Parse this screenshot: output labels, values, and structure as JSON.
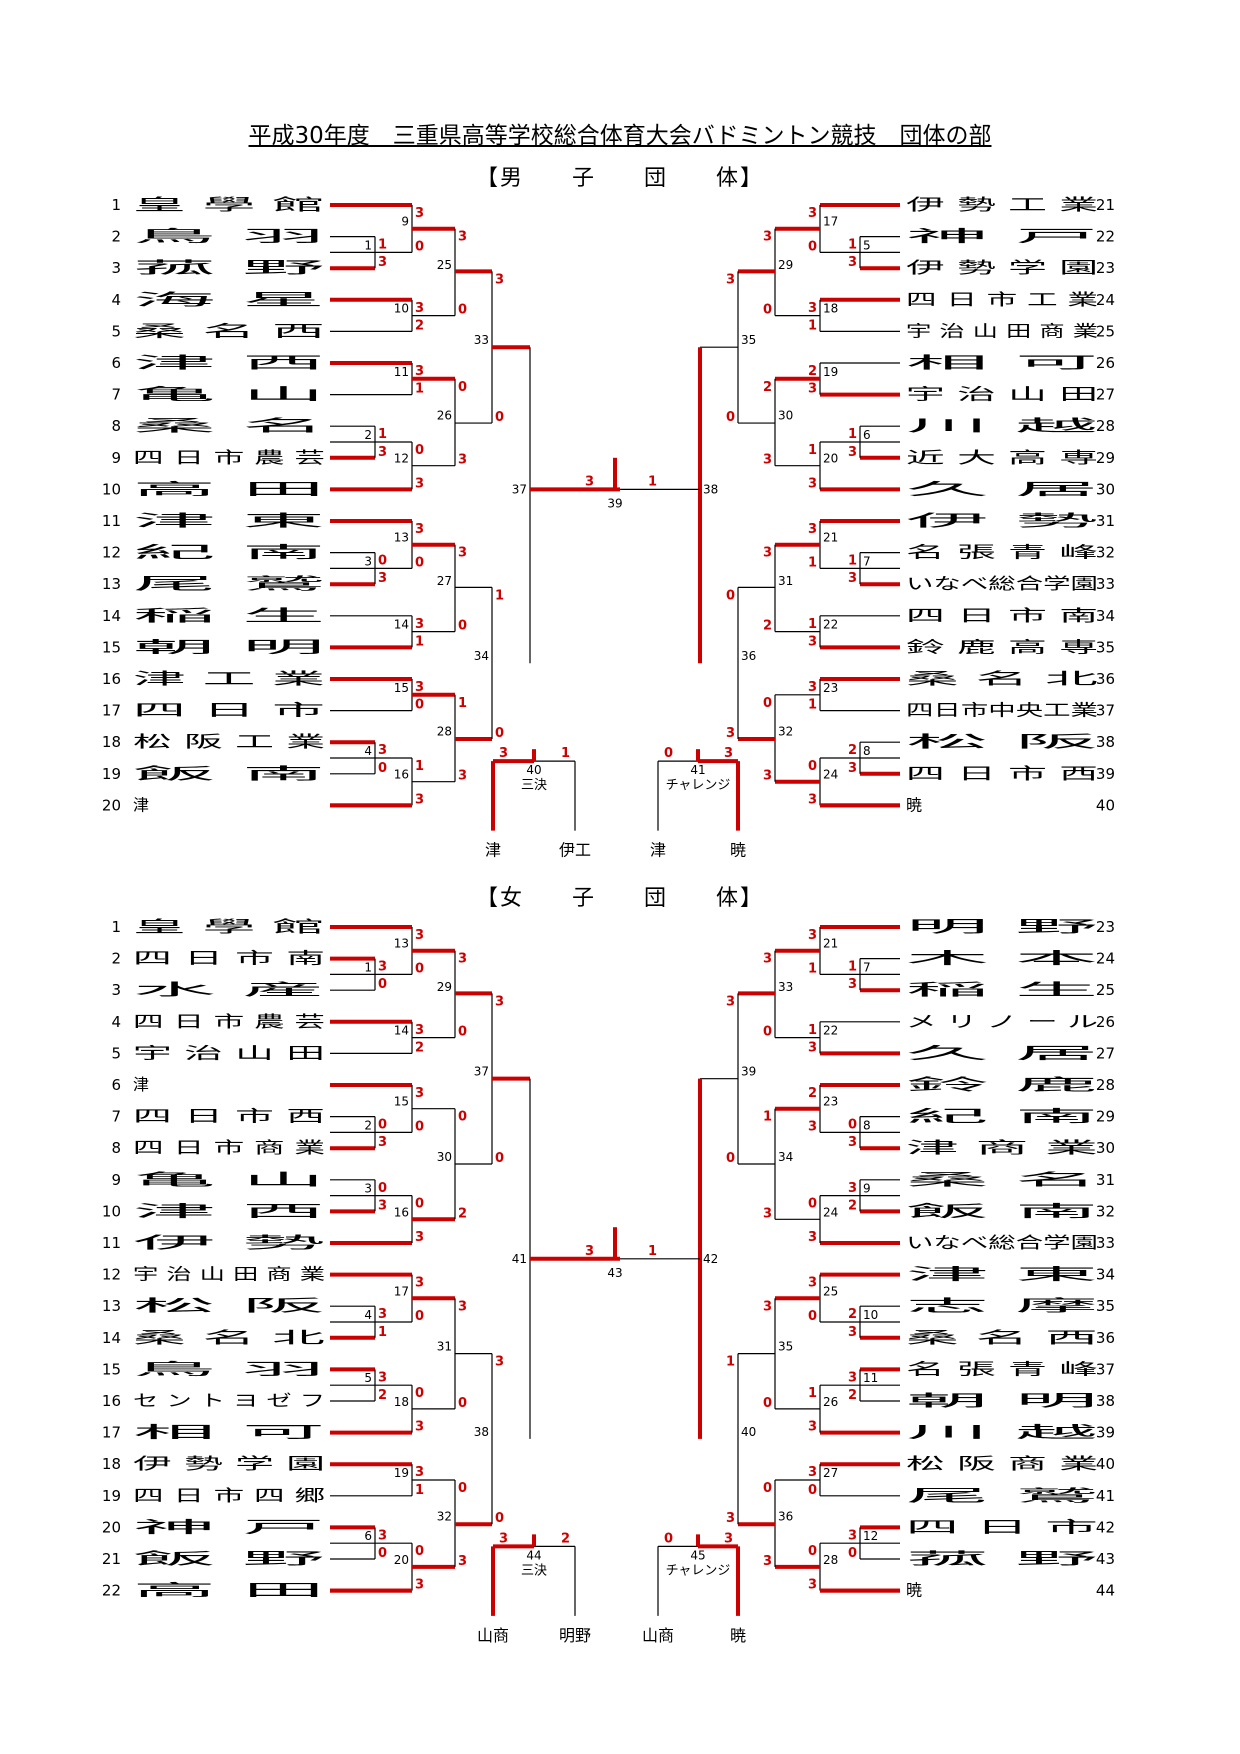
{
  "title": "平成30年度　三重県高等学校総合体育大会バドミントン競技　団体の部",
  "men": {
    "title": "【男　　子　　団　　体】",
    "left": [
      {
        "seed": "1",
        "name": "皇　　　學　　　館"
      },
      {
        "seed": "2",
        "name": "鳥　　　　　　　羽"
      },
      {
        "seed": "3",
        "name": "菰　　　　　　　野"
      },
      {
        "seed": "4",
        "name": "海　　　　　　　星"
      },
      {
        "seed": "5",
        "name": "桑　　　名　　　西"
      },
      {
        "seed": "6",
        "name": "津　　　　　　　西"
      },
      {
        "seed": "7",
        "name": "亀　　　　　　　山"
      },
      {
        "seed": "8",
        "name": "桑　　　　　　　名"
      },
      {
        "seed": "9",
        "name": "四　日　市　農　芸"
      },
      {
        "seed": "10",
        "name": "高　　　　　　　田"
      },
      {
        "seed": "11",
        "name": "津　　　　　　　東"
      },
      {
        "seed": "12",
        "name": "紀　　　　　　　南"
      },
      {
        "seed": "13",
        "name": "尾　　　　　　　鷲"
      },
      {
        "seed": "14",
        "name": "稲　　　　　　　生"
      },
      {
        "seed": "15",
        "name": "朝　　　　　　　明"
      },
      {
        "seed": "16",
        "name": "津　　　工　　　業"
      },
      {
        "seed": "17",
        "name": "四　　　日　　　市"
      },
      {
        "seed": "18",
        "name": "松　　阪　　工　　業"
      },
      {
        "seed": "19",
        "name": "飯　　　　　　　南"
      },
      {
        "seed": "20",
        "name": "　　　　津　　　　"
      }
    ],
    "right": [
      {
        "seed": "21",
        "name": "伊　　勢　　工　　業"
      },
      {
        "seed": "22",
        "name": "神　　　　　　　戸"
      },
      {
        "seed": "23",
        "name": "伊　　勢　　学　　園"
      },
      {
        "seed": "24",
        "name": "四　日　市　工　業"
      },
      {
        "seed": "25",
        "name": "宇 治 山 田 商 業"
      },
      {
        "seed": "26",
        "name": "相　　　　　　　可"
      },
      {
        "seed": "27",
        "name": "宇　　治　　山　　田"
      },
      {
        "seed": "28",
        "name": "川　　　　　　　越"
      },
      {
        "seed": "29",
        "name": "近　　大　　高　　専"
      },
      {
        "seed": "30",
        "name": "久　　　　　　　居"
      },
      {
        "seed": "31",
        "name": "伊　　　　　　　勢"
      },
      {
        "seed": "32",
        "name": "名　　張　　青　　峰"
      },
      {
        "seed": "33",
        "name": "いなべ総合学園"
      },
      {
        "seed": "34",
        "name": "四　　日　　市　　南"
      },
      {
        "seed": "35",
        "name": "鈴　　鹿　　高　　専"
      },
      {
        "seed": "36",
        "name": "桑　　　名　　　北"
      },
      {
        "seed": "37",
        "name": "四日市中央工業"
      },
      {
        "seed": "38",
        "name": "松　　　　　　　阪"
      },
      {
        "seed": "39",
        "name": "四　　日　　市　　西"
      },
      {
        "seed": "40",
        "name": "　　　暁　　　　"
      }
    ],
    "final_numbers": {
      "left": "37",
      "center": "39",
      "right": "38",
      "left_score": "3",
      "right_score": "1"
    },
    "third_place": {
      "match": "40",
      "label": "三決",
      "left_team": "津",
      "right_team": "伊工",
      "left_score": "3",
      "right_score": "1"
    },
    "challenge": {
      "match": "41",
      "label": "チャレンジ",
      "left_team": "津",
      "right_team": "暁",
      "left_score": "0",
      "right_score": "3"
    }
  },
  "women": {
    "title": "【女　　子　　団　　体】",
    "left": [
      {
        "seed": "1",
        "name": "皇　　　學　　　館"
      },
      {
        "seed": "2",
        "name": "四　　日　　市　　南"
      },
      {
        "seed": "3",
        "name": "水　　　　　　　産"
      },
      {
        "seed": "4",
        "name": "四　日　市　農　芸"
      },
      {
        "seed": "5",
        "name": "宇　　治　　山　　田"
      },
      {
        "seed": "6",
        "name": "　　　　津　　　　"
      },
      {
        "seed": "7",
        "name": "四　　日　　市　　西"
      },
      {
        "seed": "8",
        "name": "四　日　市　商　業"
      },
      {
        "seed": "9",
        "name": "亀　　　　　　　山"
      },
      {
        "seed": "10",
        "name": "津　　　　　　　西"
      },
      {
        "seed": "11",
        "name": "伊　　　　　　　勢"
      },
      {
        "seed": "12",
        "name": "宇 治 山 田 商 業"
      },
      {
        "seed": "13",
        "name": "松　　　　　　　阪"
      },
      {
        "seed": "14",
        "name": "桑　　　名　　　北"
      },
      {
        "seed": "15",
        "name": "鳥　　　　　　　羽"
      },
      {
        "seed": "16",
        "name": "セ ン ト ヨ ゼ フ"
      },
      {
        "seed": "17",
        "name": "相　　　　　　　可"
      },
      {
        "seed": "18",
        "name": "伊　　勢　　学　　園"
      },
      {
        "seed": "19",
        "name": "四　日　市　四　郷"
      },
      {
        "seed": "20",
        "name": "神　　　　　　　戸"
      },
      {
        "seed": "21",
        "name": "飯　　　　　　　野"
      },
      {
        "seed": "22",
        "name": "高　　　　　　　田"
      }
    ],
    "right": [
      {
        "seed": "23",
        "name": "明　　　　　　　野"
      },
      {
        "seed": "24",
        "name": "木　　　　　　　本"
      },
      {
        "seed": "25",
        "name": "稲　　　　　　　生"
      },
      {
        "seed": "26",
        "name": "メ　リ　ノ　ー　ル"
      },
      {
        "seed": "27",
        "name": "久　　　　　　　居"
      },
      {
        "seed": "28",
        "name": "鈴　　　　　　　鹿"
      },
      {
        "seed": "29",
        "name": "紀　　　　　　　南"
      },
      {
        "seed": "30",
        "name": "津　　　商　　　業"
      },
      {
        "seed": "31",
        "name": "桑　　　　　　　名"
      },
      {
        "seed": "32",
        "name": "飯　　　　　　　南"
      },
      {
        "seed": "33",
        "name": "いなべ総合学園"
      },
      {
        "seed": "34",
        "name": "津　　　　　　　東"
      },
      {
        "seed": "35",
        "name": "志　　　　　　　摩"
      },
      {
        "seed": "36",
        "name": "桑　　　名　　　西"
      },
      {
        "seed": "37",
        "name": "名　　張　　青　　峰"
      },
      {
        "seed": "38",
        "name": "朝　　　　　　　明"
      },
      {
        "seed": "39",
        "name": "川　　　　　　　越"
      },
      {
        "seed": "40",
        "name": "松　　阪　　商　　業"
      },
      {
        "seed": "41",
        "name": "尾　　　　　　　鷲"
      },
      {
        "seed": "42",
        "name": "四　　　日　　　市"
      },
      {
        "seed": "43",
        "name": "菰　　　　　　　野"
      },
      {
        "seed": "44",
        "name": "　　　暁　　　　"
      }
    ],
    "final_numbers": {
      "left": "41",
      "center": "43",
      "right": "42",
      "left_score": "3",
      "right_score": "1"
    },
    "third_place": {
      "match": "44",
      "label": "三決",
      "left_team": "山商",
      "right_team": "明野",
      "left_score": "3",
      "right_score": "2"
    },
    "challenge": {
      "match": "45",
      "label": "チャレンジ",
      "left_team": "山商",
      "right_team": "暁",
      "left_score": "0",
      "right_score": "3"
    }
  },
  "colors": {
    "winner_line": "#cc0000",
    "score": "#cc0000",
    "line": "#000000"
  }
}
